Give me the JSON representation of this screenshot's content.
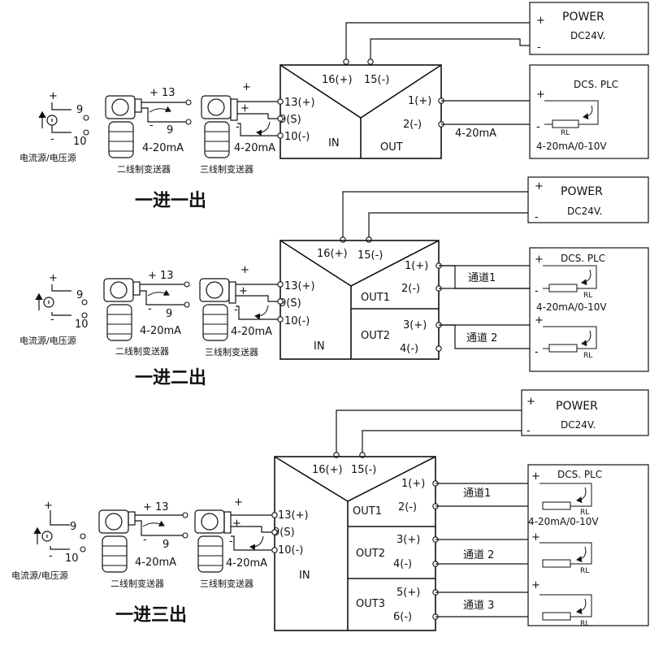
{
  "power": {
    "title": "POWER",
    "voltage": "DC24V.",
    "plus": "+",
    "minus": "-"
  },
  "dcs": {
    "title": "DCS. PLC",
    "range": "4-20mA/0-10V",
    "rl": "RL",
    "plus": "+",
    "minus": "-"
  },
  "isolator": {
    "power_plus": "16(+)",
    "power_minus": "15(-)",
    "in_13": "13(+)",
    "in_9": "9(S)",
    "in_10": "10(-)",
    "in_label": "IN",
    "out_label": "OUT",
    "out1_label": "OUT1",
    "out2_label": "OUT2",
    "out3_label": "OUT3",
    "t1": "1(+)",
    "t2": "2(-)",
    "t3": "3(+)",
    "t4": "4(-)",
    "t5": "5(+)",
    "t6": "6(-)"
  },
  "source": {
    "label": "电流源/电压源",
    "t9": "9",
    "t10": "10",
    "plus": "+",
    "minus": "-"
  },
  "two_wire": {
    "label": "二线制变送器",
    "current": "4-20mA",
    "t13": "+ 13",
    "t9": "9",
    "minus": "-"
  },
  "three_wire": {
    "label": "三线制变送器",
    "current": "4-20mA",
    "plus": "+",
    "minus": "-"
  },
  "signal": "4-20mA",
  "channels": {
    "ch1": "通道1",
    "ch2": "通道 2",
    "ch3": "通道 3"
  },
  "sections": {
    "one": "一进一出",
    "two": "一进二出",
    "three": "一进三出"
  }
}
